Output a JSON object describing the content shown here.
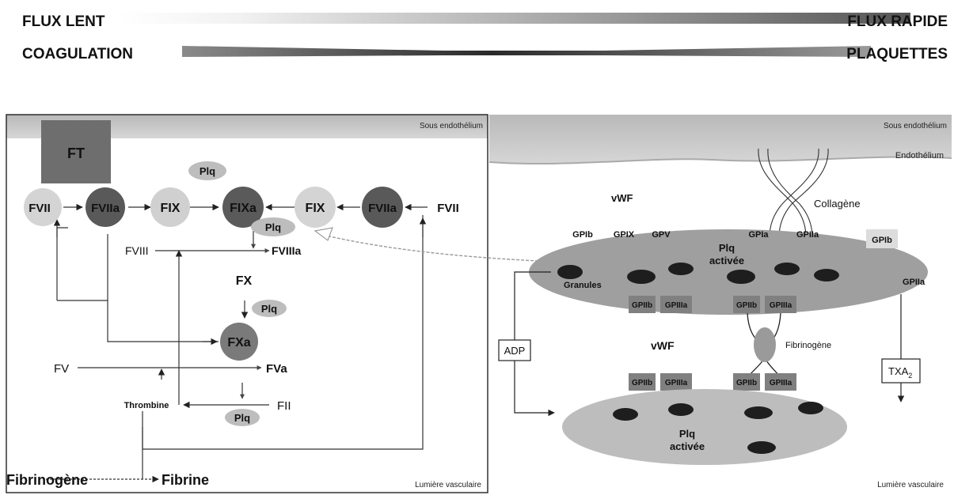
{
  "header": {
    "left_top": "FLUX LENT",
    "right_top": "FLUX RAPIDE",
    "left_bottom": "COAGULATION",
    "right_bottom": "PLAQUETTES"
  },
  "coagulation": {
    "region_top": "Sous endothélium",
    "region_bottom": "Lumière vasculaire",
    "ft": "FT",
    "fvii_left": "FVII",
    "fviia_left": "FVIIa",
    "fix_left": "FIX",
    "fixa": "FIXa",
    "fix_right": "FIX",
    "fviia_right": "FVIIa",
    "fvii_right": "FVII",
    "plq_top": "Plq",
    "plq_fixa": "Plq",
    "fviii": "FVIII",
    "fviiia": "FVIIIa",
    "fx": "FX",
    "plq_fx": "Plq",
    "fxa": "FXa",
    "fv": "FV",
    "fva": "FVa",
    "thrombine": "Thrombine",
    "fii": "FII",
    "plq_bottom": "Plq",
    "fibrinogene": "Fibrinogène",
    "fibrine": "Fibrine"
  },
  "platelets": {
    "region_top": "Sous endothélium",
    "endothelium": "Endothélium",
    "collagene": "Collagène",
    "vwf_top": "vWF",
    "gpib_1": "GPIb",
    "gpix": "GPIX",
    "gpv": "GPV",
    "gpia": "GPIa",
    "gpiia": "GPIIa",
    "gpib_2": "GPIb",
    "plq_activee_top_1": "Plq",
    "plq_activee_top_2": "activée",
    "granules": "Granules",
    "gpiia_side": "GPIIa",
    "rec_1a": "GPIIb",
    "rec_1b": "GPIIIa",
    "rec_2a": "GPIIb",
    "rec_2b": "GPIIIa",
    "vwf_mid": "vWF",
    "fibrinogene": "Fibrinogène",
    "adp": "ADP",
    "txa": "TXA",
    "txa_sub": "2",
    "rec_3a": "GPIIb",
    "rec_3b": "GPIIIa",
    "rec_4a": "GPIIb",
    "rec_4b": "GPIIIa",
    "plq_activee_bottom_1": "Plq",
    "plq_activee_bottom_2": "activée",
    "region_bottom": "Lumière vasculaire"
  }
}
